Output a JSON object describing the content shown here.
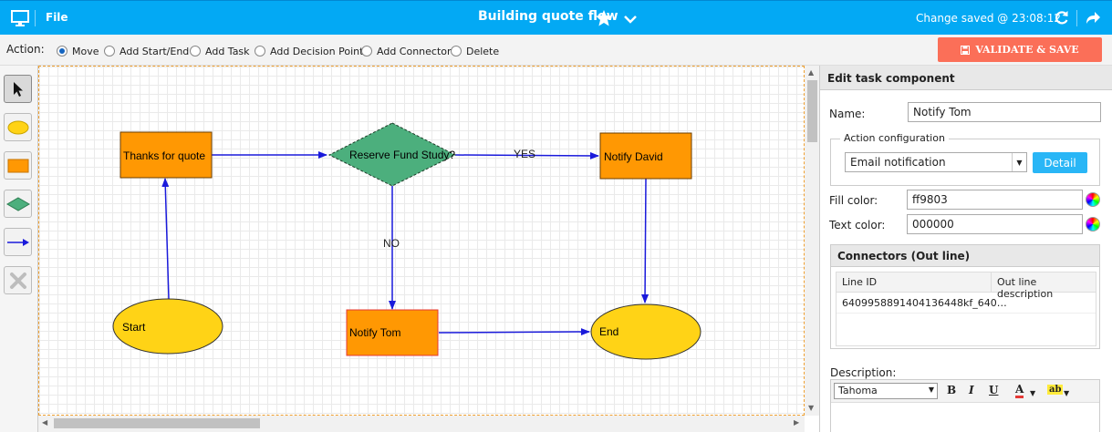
{
  "topbar": {
    "file_label": "File",
    "title": "Building quote flow",
    "status": "Change saved @ 23:08:12"
  },
  "actionbar": {
    "label": "Action:",
    "options": [
      "Move",
      "Add Start/End",
      "Add Task",
      "Add Decision Point",
      "Add Connector",
      "Delete"
    ],
    "selected": "Move",
    "validate_label": "VALIDATE & SAVE"
  },
  "diagram": {
    "nodes": {
      "thanks": "Thanks for quote",
      "reserve": "Reserve Fund Study?",
      "notify_david": "Notify David",
      "start": "Start",
      "notify_tom": "Notify Tom",
      "end": "End"
    },
    "edge_labels": {
      "yes": "YES",
      "no": "NO"
    },
    "colors": {
      "task_fill": "#ff9803",
      "ellipse_fill": "#ffd316",
      "decision_fill": "#4caf7d",
      "connector": "#1a1adb"
    }
  },
  "panel": {
    "title": "Edit task component",
    "name_label": "Name:",
    "name_value": "Notify Tom",
    "action_config_legend": "Action configuration",
    "action_config_value": "Email notification",
    "detail_label": "Detail",
    "fill_label": "Fill color:",
    "fill_value": "ff9803",
    "text_label": "Text color:",
    "text_value": "000000",
    "connectors_title": "Connectors (Out line)",
    "col_line_id": "Line ID",
    "col_out_desc": "Out line description",
    "rows": [
      {
        "line_id": "6409958891404136448kf_640…",
        "desc": ""
      }
    ],
    "description_label": "Description:",
    "font_value": "Tahoma"
  }
}
